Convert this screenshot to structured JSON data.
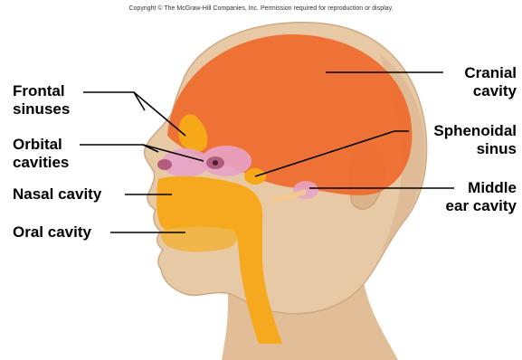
{
  "copyright": "Copyright © The McGraw-Hill Companies, Inc. Permission required for reproduction or display.",
  "labels": {
    "frontal_sinuses": [
      "Frontal",
      "sinuses"
    ],
    "orbital_cavities": [
      "Orbital",
      "cavities"
    ],
    "nasal_cavity": "Nasal cavity",
    "oral_cavity": "Oral cavity",
    "cranial_cavity": [
      "Cranial",
      "cavity"
    ],
    "sphenoidal_sinus": [
      "Sphenoidal",
      "sinus"
    ],
    "middle_ear_cavity": [
      "Middle",
      "ear cavity"
    ]
  },
  "colors": {
    "skin": "#e8c9a6",
    "skin_shadow": "#d9b48e",
    "cranial": "#ee6a2c",
    "sinus": "#f7a817",
    "orbital": "#e7a3c8",
    "leader": "#000000"
  }
}
